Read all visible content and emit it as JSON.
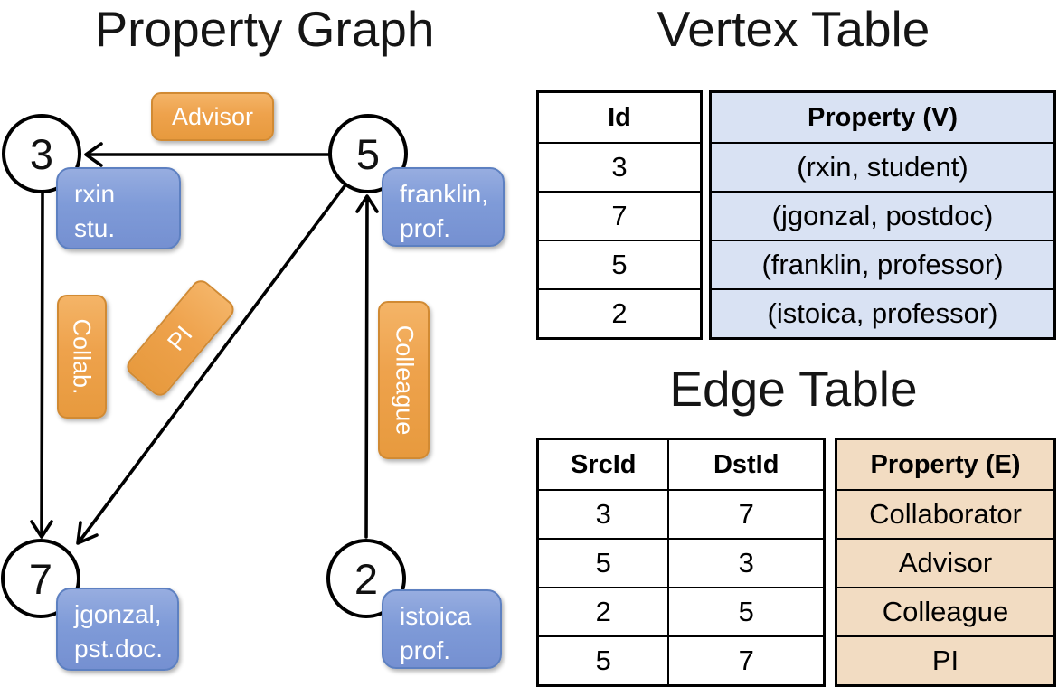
{
  "graph": {
    "title": "Property Graph",
    "vertices": [
      {
        "id": "3",
        "line1": "rxin",
        "line2": "stu."
      },
      {
        "id": "5",
        "line1": "franklin,",
        "line2": "prof."
      },
      {
        "id": "7",
        "line1": "jgonzal,",
        "line2": "pst.doc."
      },
      {
        "id": "2",
        "line1": "istoica",
        "line2": "prof."
      }
    ],
    "edge_labels": {
      "advisor": "Advisor",
      "collab": "Collab.",
      "pi": "PI",
      "colleague": "Colleague"
    }
  },
  "vertex_table": {
    "title": "Vertex Table",
    "headers": {
      "id": "Id",
      "property": "Property (V)"
    },
    "rows": [
      {
        "id": "3",
        "property": "(rxin, student)"
      },
      {
        "id": "7",
        "property": "(jgonzal, postdoc)"
      },
      {
        "id": "5",
        "property": "(franklin, professor)"
      },
      {
        "id": "2",
        "property": "(istoica, professor)"
      }
    ]
  },
  "edge_table": {
    "title": "Edge Table",
    "headers": {
      "src": "SrcId",
      "dst": "DstId",
      "property": "Property (E)"
    },
    "rows": [
      {
        "src": "3",
        "dst": "7",
        "property": "Collaborator"
      },
      {
        "src": "5",
        "dst": "3",
        "property": "Advisor"
      },
      {
        "src": "2",
        "dst": "5",
        "property": "Colleague"
      },
      {
        "src": "5",
        "dst": "7",
        "property": "PI"
      }
    ]
  },
  "colors": {
    "vertex_table_fill": "#d9e2f3",
    "edge_table_fill": "#f2dcc2",
    "vertex_label_blue": "#7f9bd8",
    "edge_label_orange": "#eea24c",
    "line_and_text": "#000000",
    "background": "#ffffff"
  }
}
